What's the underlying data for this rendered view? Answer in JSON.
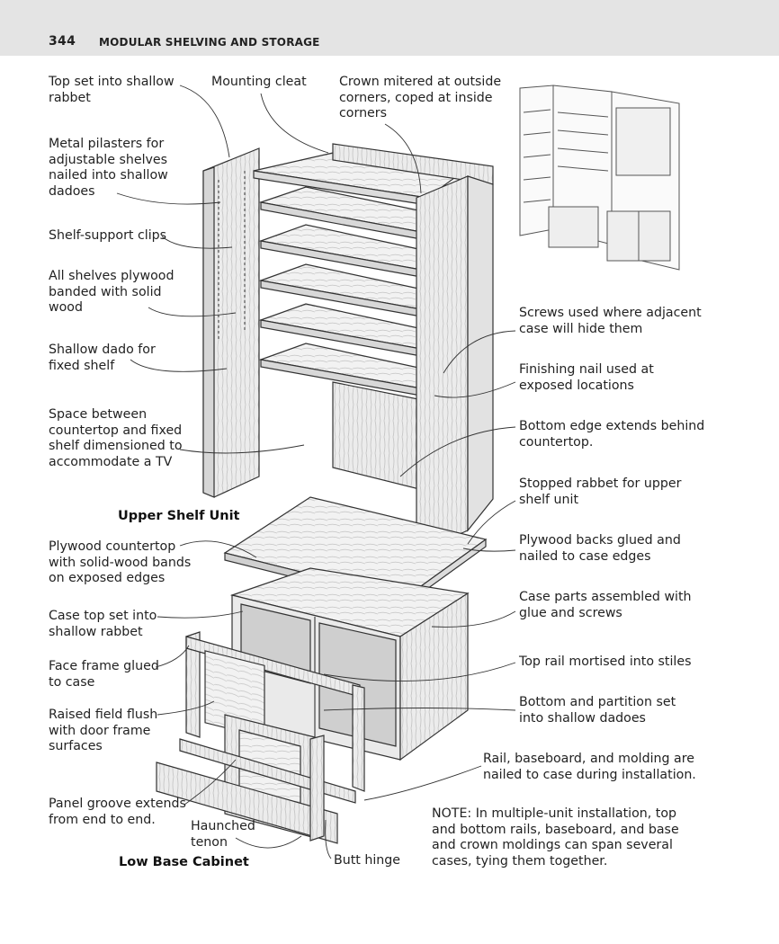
{
  "header": {
    "page_number": "344",
    "running_head": "MODULAR SHELVING AND STORAGE"
  },
  "labels": {
    "top_set_rabbet": "Top set into shallow\nrabbet",
    "mounting_cleat": "Mounting cleat",
    "crown_mitered": "Crown mitered at outside\ncorners, coped at inside\ncorners",
    "metal_pilasters": "Metal pilasters for\nadjustable shelves\nnailed into shallow\ndadoes",
    "shelf_support_clips": "Shelf-support clips",
    "all_shelves_plywood": "All shelves plywood\nbanded with solid\nwood",
    "screws_used": "Screws used where adjacent\ncase will hide them",
    "shallow_dado": "Shallow dado for\nfixed shelf",
    "finishing_nail": "Finishing nail used at\nexposed locations",
    "space_between": "Space between\ncountertop and fixed\nshelf dimensioned to\naccommodate a TV",
    "bottom_edge": "Bottom edge extends behind\ncountertop.",
    "stopped_rabbet": "Stopped rabbet for upper\nshelf unit",
    "plywood_countertop": "Plywood countertop\nwith solid-wood bands\non exposed edges",
    "plywood_backs": "Plywood backs glued and\nnailed to case edges",
    "case_parts": "Case parts assembled with\nglue and screws",
    "case_top": "Case top set into\nshallow rabbet",
    "face_frame": "Face frame glued\nto case",
    "top_rail": "Top rail mortised into stiles",
    "raised_field": "Raised field flush\nwith door frame\nsurfaces",
    "bottom_partition": "Bottom and partition set\ninto shallow dadoes",
    "rail_baseboard": "Rail, baseboard, and molding are\nnailed to case during installation.",
    "panel_groove": "Panel groove extends\nfrom end to end.",
    "haunched_tenon": "Haunched\ntenon",
    "butt_hinge": "Butt hinge",
    "note": "NOTE: In multiple-unit installation, top\nand bottom rails, baseboard, and base\nand crown moldings can span several\ncases, tying them together."
  },
  "captions": {
    "upper_shelf_unit": "Upper Shelf Unit",
    "low_base_cabinet": "Low Base Cabinet"
  }
}
